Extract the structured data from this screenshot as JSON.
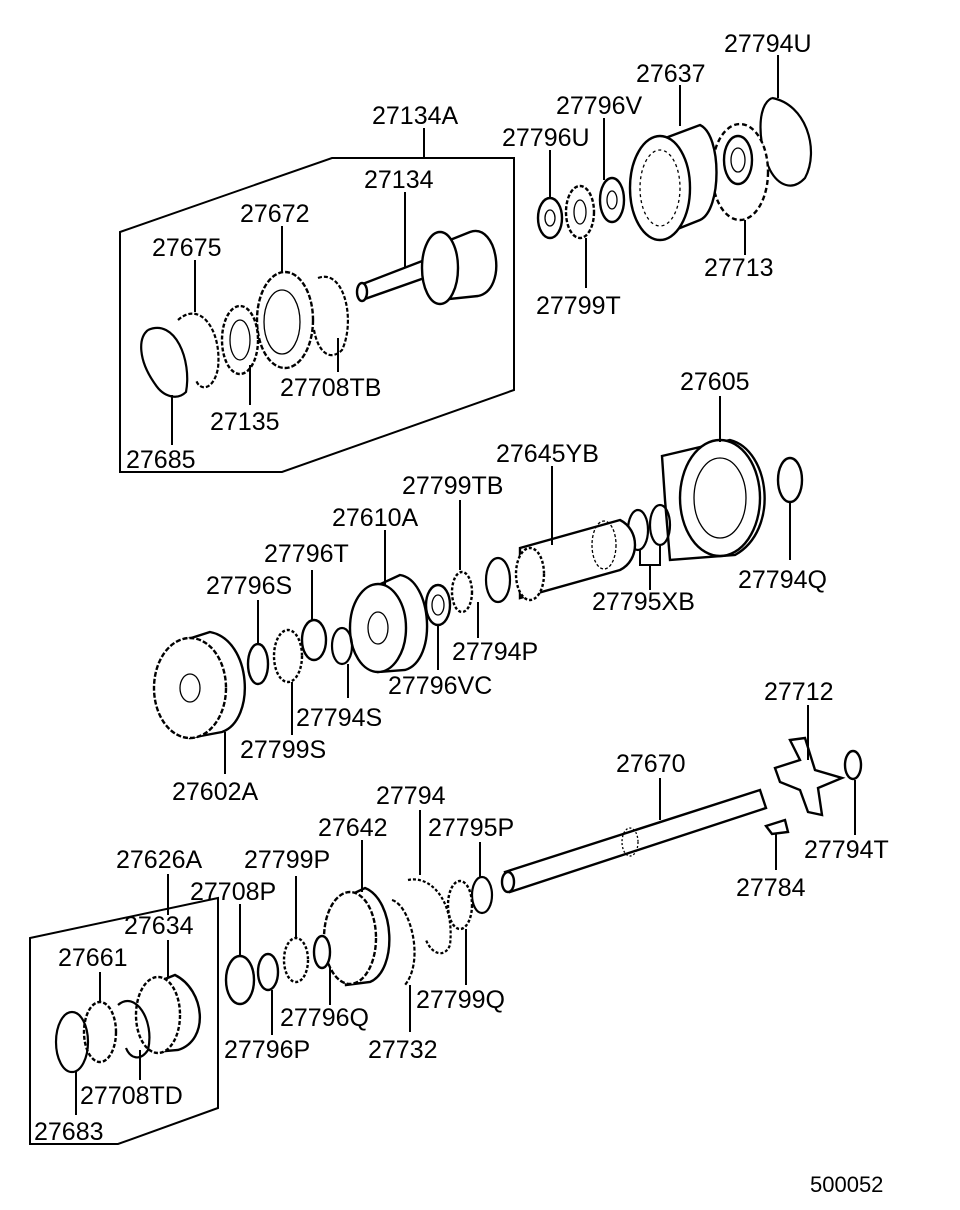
{
  "diagram": {
    "figure_number": "500052",
    "labels": {
      "p27794U": "27794U",
      "p27637": "27637",
      "p27796V": "27796V",
      "p27796U": "27796U",
      "p27134A": "27134A",
      "p27134": "27134",
      "p27672": "27672",
      "p27675": "27675",
      "p27708TB": "27708TB",
      "p27135": "27135",
      "p27685": "27685",
      "p27713": "27713",
      "p27799T": "27799T",
      "p27605": "27605",
      "p27645YB": "27645YB",
      "p27799TB": "27799TB",
      "p27610A": "27610A",
      "p27796T": "27796T",
      "p27796S": "27796S",
      "p27795XB": "27795XB",
      "p27794Q": "27794Q",
      "p27794P": "27794P",
      "p27796VC": "27796VC",
      "p27794S": "27794S",
      "p27799S": "27799S",
      "p27602A": "27602A",
      "p27712": "27712",
      "p27670": "27670",
      "p27794": "27794",
      "p27642": "27642",
      "p27795P": "27795P",
      "p27794T": "27794T",
      "p27784": "27784",
      "p27626A": "27626A",
      "p27799P": "27799P",
      "p27708P": "27708P",
      "p27634": "27634",
      "p27661": "27661",
      "p27799Q": "27799Q",
      "p27796Q": "27796Q",
      "p27796P": "27796P",
      "p27732": "27732",
      "p27708TD": "27708TD",
      "p27683": "27683"
    }
  }
}
